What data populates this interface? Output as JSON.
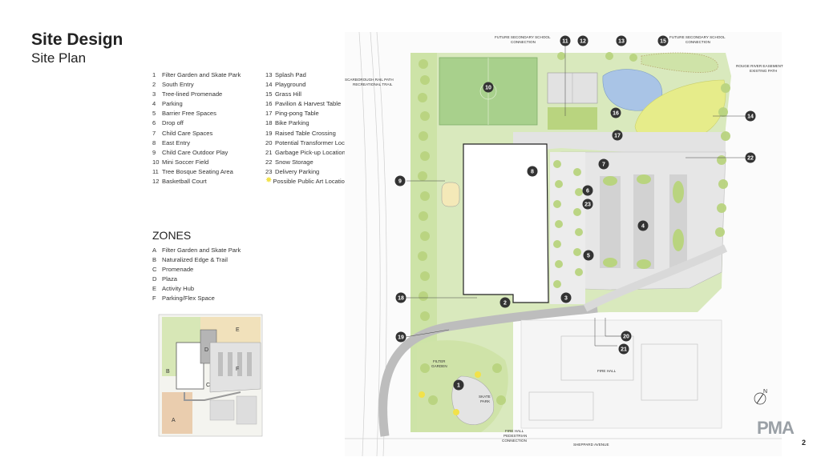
{
  "header": {
    "title": "Site Design",
    "subtitle": "Site Plan"
  },
  "legend": {
    "col1": [
      {
        "n": "1",
        "t": "Filter Garden and Skate Park"
      },
      {
        "n": "2",
        "t": "South Entry"
      },
      {
        "n": "3",
        "t": "Tree-lined Promenade"
      },
      {
        "n": "4",
        "t": "Parking"
      },
      {
        "n": "5",
        "t": "Barrier Free Spaces"
      },
      {
        "n": "6",
        "t": "Drop off"
      },
      {
        "n": "7",
        "t": "Child Care Spaces"
      },
      {
        "n": "8",
        "t": "East Entry"
      },
      {
        "n": "9",
        "t": "Child Care Outdoor Play"
      },
      {
        "n": "10",
        "t": "Mini Soccer Field"
      },
      {
        "n": "11",
        "t": "Tree Bosque Seating Area"
      },
      {
        "n": "12",
        "t": "Basketball Court"
      }
    ],
    "col2": [
      {
        "n": "13",
        "t": "Splash Pad"
      },
      {
        "n": "14",
        "t": "Playground"
      },
      {
        "n": "15",
        "t": "Grass Hill"
      },
      {
        "n": "16",
        "t": "Pavilion & Harvest Table"
      },
      {
        "n": "17",
        "t": "Ping-pong Table"
      },
      {
        "n": "18",
        "t": "Bike Parking"
      },
      {
        "n": "19",
        "t": "Raised Table Crossing"
      },
      {
        "n": "20",
        "t": "Potential Transformer Location"
      },
      {
        "n": "21",
        "t": "Garbage Pick-up Location"
      },
      {
        "n": "22",
        "t": "Snow Storage"
      },
      {
        "n": "23",
        "t": "Delivery Parking"
      }
    ],
    "art_label": "Possible Public Art Locations"
  },
  "zones": {
    "title": "ZONES",
    "items": [
      {
        "n": "A",
        "t": "Filter Garden and Skate Park"
      },
      {
        "n": "B",
        "t": "Naturalized Edge & Trail"
      },
      {
        "n": "C",
        "t": "Promenade"
      },
      {
        "n": "D",
        "t": "Plaza"
      },
      {
        "n": "E",
        "t": "Activity Hub"
      },
      {
        "n": "F",
        "t": "Parking/Flex Space"
      }
    ],
    "map_labels": [
      "A",
      "B",
      "C",
      "D",
      "E",
      "F"
    ]
  },
  "plan_labels": {
    "future_school_1": "FUTURE SECONDARY SCHOOL",
    "future_school_1b": "CONNECTION",
    "future_school_2": "FUTURE SECONDARY SCHOOL",
    "future_school_2b": "CONNECTION",
    "rouge_1": "ROUGE RIVER EASEMENT",
    "rouge_2": "EXISTING PATH",
    "rail_1": "SCARBOROUGH RAIL PATH",
    "rail_2": "RECREATIONAL TRAIL",
    "filter_1": "FILTER",
    "filter_2": "GARDEN",
    "skate_1": "SKATE",
    "skate_2": "PARK",
    "fire_hall": "FIRE HALL",
    "fh_ped_1": "FIRE HALL",
    "fh_ped_2": "PEDESTRIAN",
    "fh_ped_3": "CONNECTION",
    "sheppard": "SHEPPARD AVENUE",
    "north": "N"
  },
  "markers": [
    "1",
    "2",
    "3",
    "4",
    "5",
    "6",
    "7",
    "8",
    "9",
    "10",
    "11",
    "12",
    "13",
    "14",
    "15",
    "16",
    "17",
    "18",
    "19",
    "20",
    "21",
    "22",
    "23"
  ],
  "colors": {
    "grass": "#cfe3a8",
    "tree": "#a9c97a",
    "field": "#a8d08c",
    "paving": "#e3e3e3",
    "splash": "#a9c4e6",
    "playground": "#e6ec8a",
    "marker": "#333333"
  },
  "page": {
    "number": "2",
    "logo": "PMA"
  }
}
